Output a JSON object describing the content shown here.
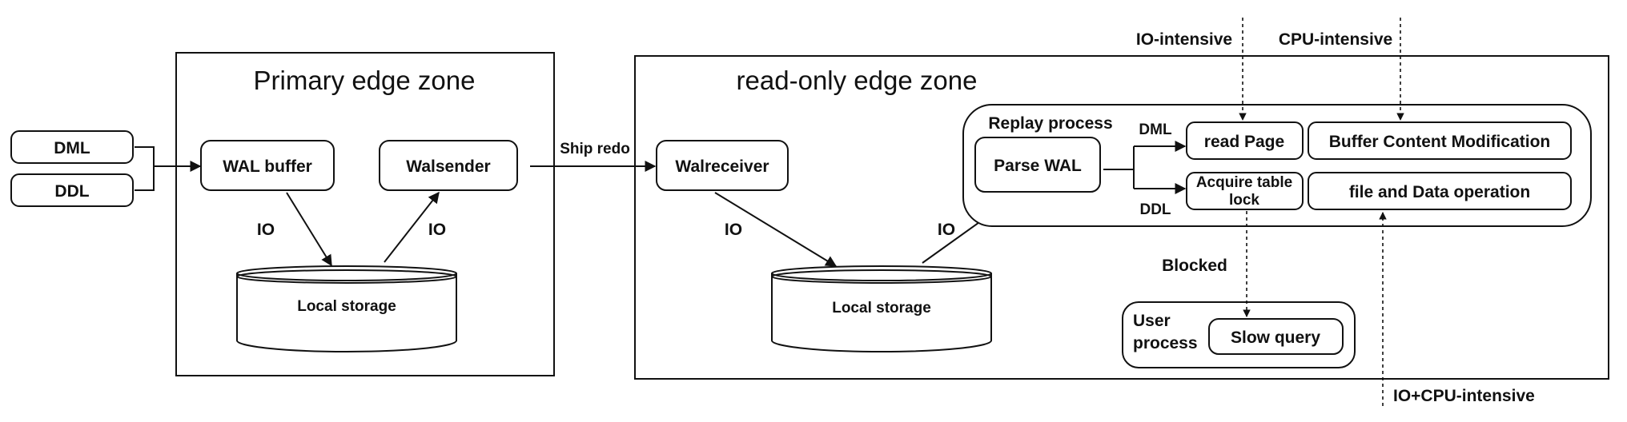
{
  "inputs": {
    "dml": "DML",
    "ddl": "DDL"
  },
  "primary_zone": {
    "title": "Primary edge zone",
    "wal_buffer": "WAL buffer",
    "walsender": "Walsender",
    "io_write": "IO",
    "io_read": "IO",
    "storage": "Local storage"
  },
  "ship_redo": "Ship redo",
  "readonly_zone": {
    "title": "read-only edge zone",
    "walreceiver": "Walreceiver",
    "io_write": "IO",
    "io_read": "IO",
    "storage": "Local storage",
    "replay": {
      "title": "Replay process",
      "parse_wal": "Parse WAL",
      "dml": "DML",
      "ddl": "DDL",
      "read_page": "read Page",
      "buffer_mod": "Buffer Content Modification",
      "acquire_lock_line1": "Acquire table",
      "acquire_lock_line2": "lock",
      "file_op": "file and Data operation"
    },
    "user_process": {
      "label_line1": "User",
      "label_line2": "process",
      "slow_query": "Slow query"
    }
  },
  "annotations": {
    "io_intensive": "IO-intensive",
    "cpu_intensive": "CPU-intensive",
    "io_cpu_intensive": "IO+CPU-intensive",
    "blocked": "Blocked"
  }
}
